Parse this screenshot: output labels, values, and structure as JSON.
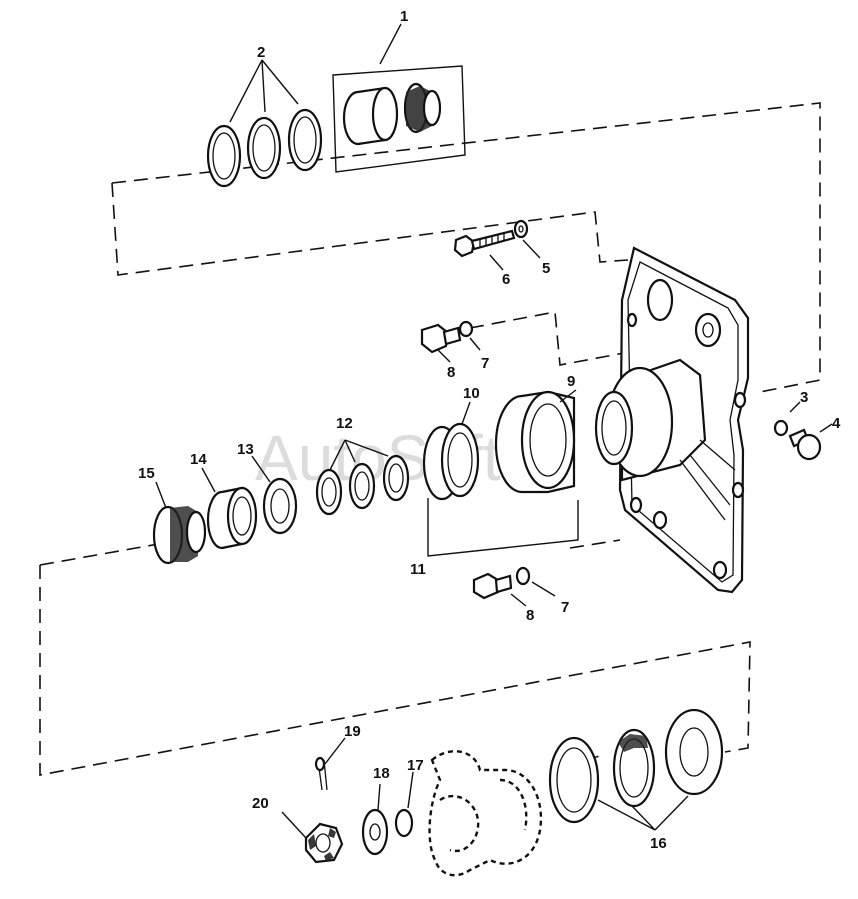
{
  "watermark": "AutoSoft",
  "callouts": {
    "c1": "1",
    "c2": "2",
    "c3": "3",
    "c4": "4",
    "c5": "5",
    "c6": "6",
    "c7a": "7",
    "c7b": "7",
    "c8a": "8",
    "c8b": "8",
    "c9": "9",
    "c10": "10",
    "c11": "11",
    "c12": "12",
    "c13": "13",
    "c14": "14",
    "c15": "15",
    "c16": "16",
    "c17": "17",
    "c18": "18",
    "c19": "19",
    "c20": "20"
  }
}
